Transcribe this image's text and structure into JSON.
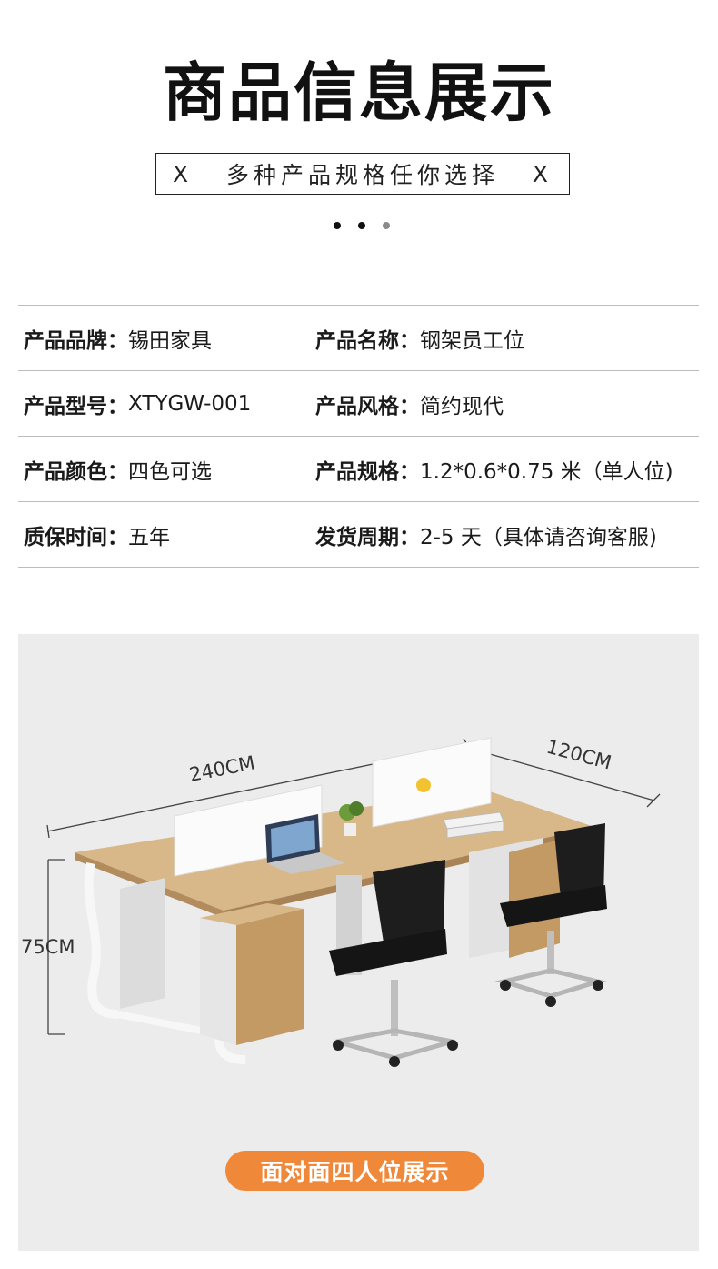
{
  "header": {
    "title": "商品信息展示",
    "subtitle_left": "X",
    "subtitle_text": "多种产品规格任你选择",
    "subtitle_right": "X"
  },
  "specs": [
    {
      "left": {
        "label": "产品品牌：",
        "value": "锡田家具"
      },
      "right": {
        "label": "产品名称：",
        "value": "钢架员工位"
      }
    },
    {
      "left": {
        "label": "产品型号：",
        "value": "XTYGW-001"
      },
      "right": {
        "label": "产品风格：",
        "value": "简约现代"
      }
    },
    {
      "left": {
        "label": "产品颜色：",
        "value": "四色可选"
      },
      "right": {
        "label": "产品规格：",
        "value": "1.2*0.6*0.75 米（单人位)"
      }
    },
    {
      "left": {
        "label": "质保时间：",
        "value": "五年"
      },
      "right": {
        "label": "发货周期：",
        "value": "2-5 天（具体请咨询客服)"
      }
    }
  ],
  "product_image": {
    "width_label": "240CM",
    "depth_label": "120CM",
    "height_label": "75CM"
  },
  "cta": {
    "label": "面对面四人位展示"
  },
  "colors": {
    "accent": "#f0883a",
    "panel_bg": "#ececec",
    "text": "#1a1a1a"
  }
}
